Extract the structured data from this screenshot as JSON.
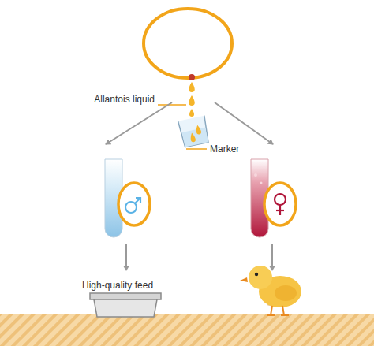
{
  "diagram": {
    "labels": [
      "Allantois liquid",
      "Marker",
      "High-quality feed"
    ]
  }
}
